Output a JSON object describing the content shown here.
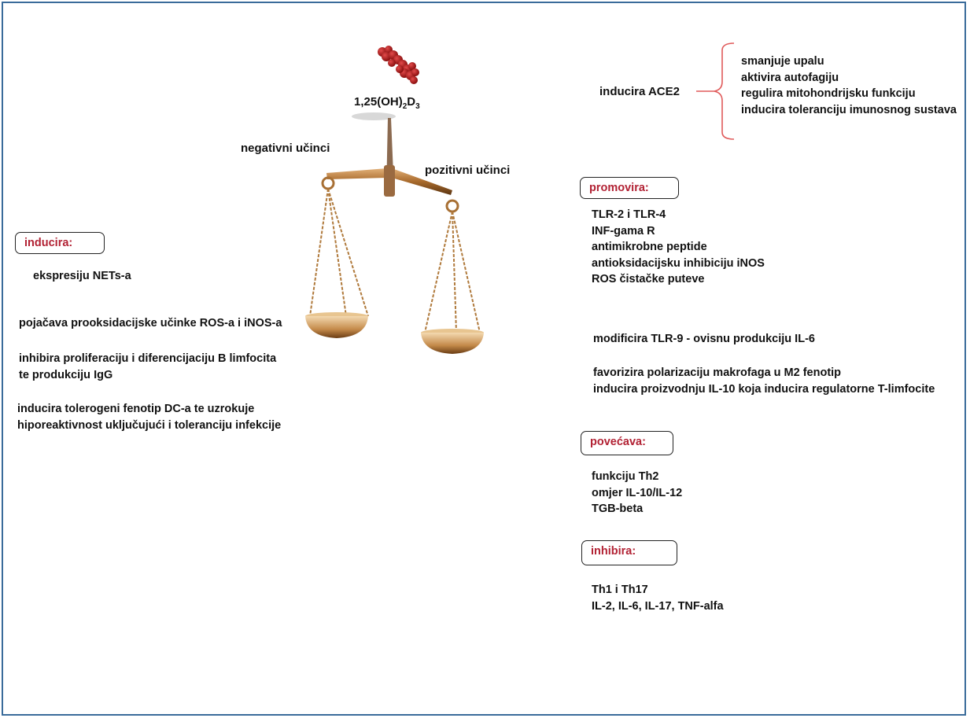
{
  "molecule": {
    "formula_prefix": "1,25(OH)",
    "formula_sub1": "2",
    "formula_mid": "D",
    "formula_sub2": "3"
  },
  "scale_labels": {
    "negative": "negativni učinci",
    "positive": "pozitivni učinci"
  },
  "ace2": {
    "label": "inducira ACE2",
    "effects": [
      "smanjuje upalu",
      "aktivira autofagiju",
      "regulira mitohondrijsku funkciju",
      "inducira toleranciju imunosnog sustava"
    ]
  },
  "left": {
    "header": "inducira:",
    "item1": "ekspresiju NETs-a",
    "item2": "pojačava prooksidacijske učinke ROS-a i iNOS-a",
    "item3": [
      "inhibira proliferaciju i diferencijaciju B limfocita",
      "te produkciju IgG"
    ],
    "item4": [
      "inducira tolerogeni fenotip DC-a te uzrokuje",
      "hiporeaktivnost uključujući i toleranciju infekcije"
    ]
  },
  "right": {
    "promovira": {
      "header": "promovira:",
      "items": [
        "TLR-2 i TLR-4",
        "INF-gama R",
        "antimikrobne peptide",
        "antioksidacijsku inhibiciju iNOS",
        "ROS čistačke puteve"
      ]
    },
    "modificira": "modificira TLR-9 - ovisnu produkciju IL-6",
    "favorizira": [
      "favorizira polarizaciju makrofaga u M2 fenotip",
      "inducira proizvodnju IL-10 koja inducira regulatorne T-limfocite"
    ],
    "povecava": {
      "header": "povećava:",
      "items": [
        "funkciju Th2",
        "omjer IL-10/IL-12",
        "TGB-beta"
      ]
    },
    "inhibira": {
      "header": "inhibira:",
      "items": [
        "Th1 i Th17",
        "IL-2, IL-6, IL-17, TNF-alfa"
      ]
    }
  },
  "colors": {
    "header_red": "#b22234",
    "frame_blue": "#3a6b9a",
    "molecule_red": "#b01818",
    "bracket_red": "#e05a5a",
    "brass": "#b07838"
  }
}
